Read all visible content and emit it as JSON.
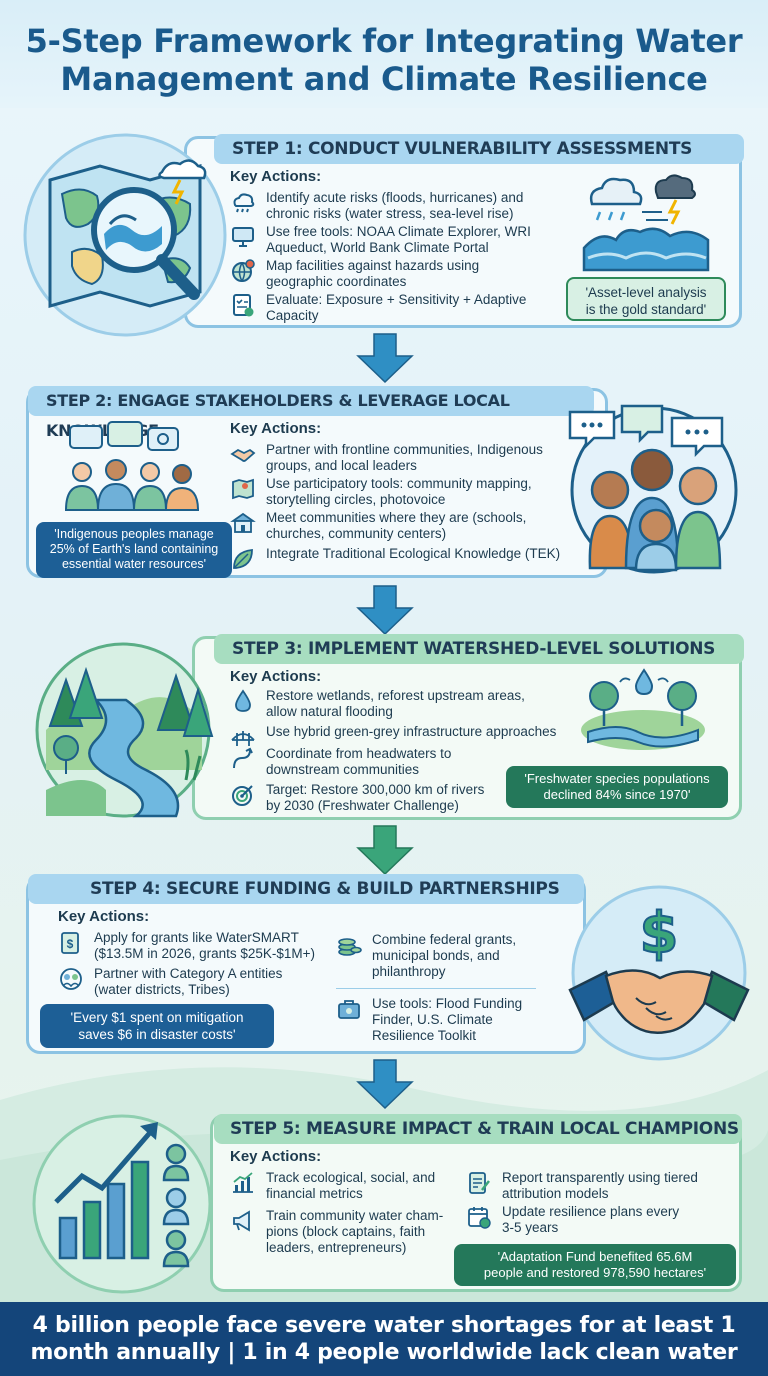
{
  "title": {
    "line1": "5-Step Framework for Integrating Water",
    "line2": "Management and Climate Resilience"
  },
  "key_actions_label": "Key Actions:",
  "steps": [
    {
      "heading": "STEP 1: CONDUCT VULNERABILITY ASSESSMENTS",
      "actions": [
        {
          "line1": "Identify acute risks (floods, hurricanes) and",
          "line2": "chronic risks (water stress, sea-level rise)",
          "icon": "rain-cloud-icon"
        },
        {
          "line1": "Use free tools: NOAA Climate Explorer, WRI",
          "line2": "Aqueduct, World Bank Climate Portal",
          "icon": "monitor-icon"
        },
        {
          "line1": "Map facilities against hazards using",
          "line2": "geographic coordinates",
          "icon": "globe-pin-icon"
        },
        {
          "line1": "Evaluate: Exposure + Sensitivity + Adaptive",
          "line2": "Capacity",
          "icon": "checklist-icon"
        }
      ],
      "quote": {
        "line1": "'Asset-level analysis",
        "line2": "is the gold standard'"
      }
    },
    {
      "heading": "STEP 2: ENGAGE STAKEHOLDERS & LEVERAGE LOCAL KNOWLEDGE",
      "actions": [
        {
          "line1": "Partner with frontline communities, Indigenous",
          "line2": "groups, and local leaders",
          "icon": "handshake-icon"
        },
        {
          "line1": "Use participatory tools: community mapping,",
          "line2": "storytelling circles, photovoice",
          "icon": "map-icon"
        },
        {
          "line1": "Meet communities where they are (schools,",
          "line2": "churches, community centers)",
          "icon": "school-icon"
        },
        {
          "line1": "Integrate Traditional Ecological Knowledge (TEK)",
          "line2": "",
          "icon": "leaf-icon"
        }
      ],
      "quote": {
        "line1": "'Indigenous peoples manage",
        "line2": "25% of Earth's land containing",
        "line3": "essential water resources'"
      }
    },
    {
      "heading": "STEP 3: IMPLEMENT WATERSHED-LEVEL SOLUTIONS",
      "actions": [
        {
          "line1": "Restore wetlands, reforest upstream areas,",
          "line2": "allow natural flooding",
          "icon": "water-drop-icon"
        },
        {
          "line1": "Use hybrid green-grey infrastructure approaches",
          "line2": "",
          "icon": "bridge-icon"
        },
        {
          "line1": "Coordinate from headwaters to",
          "line2": "downstream communities",
          "icon": "flow-arrow-icon"
        },
        {
          "line1": "Target: Restore 300,000 km of rivers",
          "line2": "by 2030 (Freshwater Challenge)",
          "icon": "target-icon"
        }
      ],
      "quote": {
        "line1": "'Freshwater species populations",
        "line2": "declined 84% since 1970'"
      }
    },
    {
      "heading": "STEP 4: SECURE FUNDING & BUILD PARTNERSHIPS",
      "actions": [
        {
          "line1": "Apply for grants like WaterSMART",
          "line2": "($13.5M in 2026, grants $25K-$1M+)",
          "icon": "grant-document-icon"
        },
        {
          "line1": "Partner with Category A entities",
          "line2": "(water districts, Tribes)",
          "icon": "partners-icon"
        },
        {
          "line1": "Combine federal grants,",
          "line2": "municipal bonds, and",
          "line3": "philanthropy",
          "icon": "coins-icon"
        },
        {
          "line1": "Use tools: Flood Funding",
          "line2": "Finder, U.S. Climate",
          "line3": "Resilience Toolkit",
          "icon": "toolkit-icon"
        }
      ],
      "quote": {
        "line1": "'Every $1 spent on mitigation",
        "line2": "saves $6 in disaster costs'"
      }
    },
    {
      "heading": "STEP 5: MEASURE IMPACT & TRAIN LOCAL CHAMPIONS",
      "actions": [
        {
          "line1": "Track ecological, social, and",
          "line2": "financial metrics",
          "icon": "bar-chart-icon"
        },
        {
          "line1": "Train community water cham-",
          "line2": "pions (block captains, faith",
          "line3": "leaders, entrepreneurs)",
          "icon": "megaphone-icon"
        },
        {
          "line1": "Report transparently using tiered",
          "line2": "attribution models",
          "icon": "report-icon"
        },
        {
          "line1": "Update resilience plans every",
          "line2": "3-5 years",
          "icon": "calendar-icon"
        }
      ],
      "quote": {
        "line1": "'Adaptation Fund benefited 65.6M",
        "line2": "people and restored 978,590 hectares'"
      }
    }
  ],
  "footer": {
    "line1": "4 billion people face severe water shortages for at least 1",
    "line2": "month annually | 1 in 4 people worldwide lack clean water"
  },
  "illustrations": {
    "step4_symbol": "$"
  },
  "colors": {
    "title": "#1a5a8c",
    "blue_border": "#8cc3e3",
    "green_border": "#8fcfb0",
    "banner_blue": "#a9d6f0",
    "banner_green": "#a7ddc0",
    "arrow_blue": "#2f8fc4",
    "arrow_green": "#3aa57a",
    "footer": "#14457a"
  }
}
